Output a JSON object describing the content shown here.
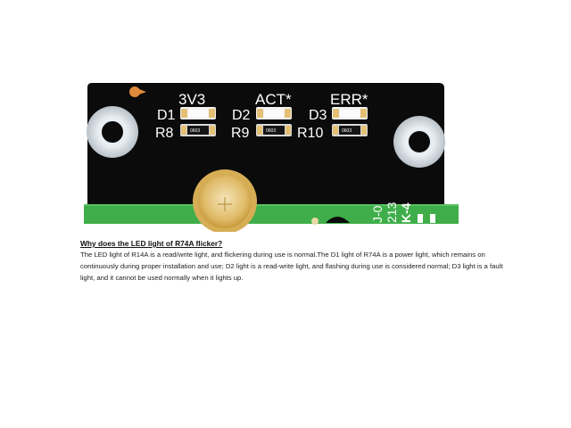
{
  "board": {
    "headers": [
      "3V3",
      "ACT*",
      "ERR*"
    ],
    "leds": [
      "D1",
      "D2",
      "D3"
    ],
    "resistors": [
      "R8",
      "R9",
      "R10"
    ],
    "resistor_code": "0603",
    "vertical_text": [
      "J-0",
      "213",
      "K-4"
    ],
    "colors": {
      "pcb": "#0b0b0b",
      "silkscreen": "#ffffff",
      "mounting_hole": "#d8dee3",
      "gold": "#e6c06a",
      "green_pcb": "#3fae4a",
      "fiducial": "#e08a3c"
    }
  },
  "faq": {
    "question": "Why does the LED light of R74A flicker?",
    "answer": "The LED light of R14A is a read/write light, and flickering during use is normal.The D1 light of R74A is a power light, which remains on continuously during proper installation and use; D2 light is a read-write light, and flashing during use is considered normal; D3 light is a fault light, and it cannot be used normally when it lights up."
  }
}
